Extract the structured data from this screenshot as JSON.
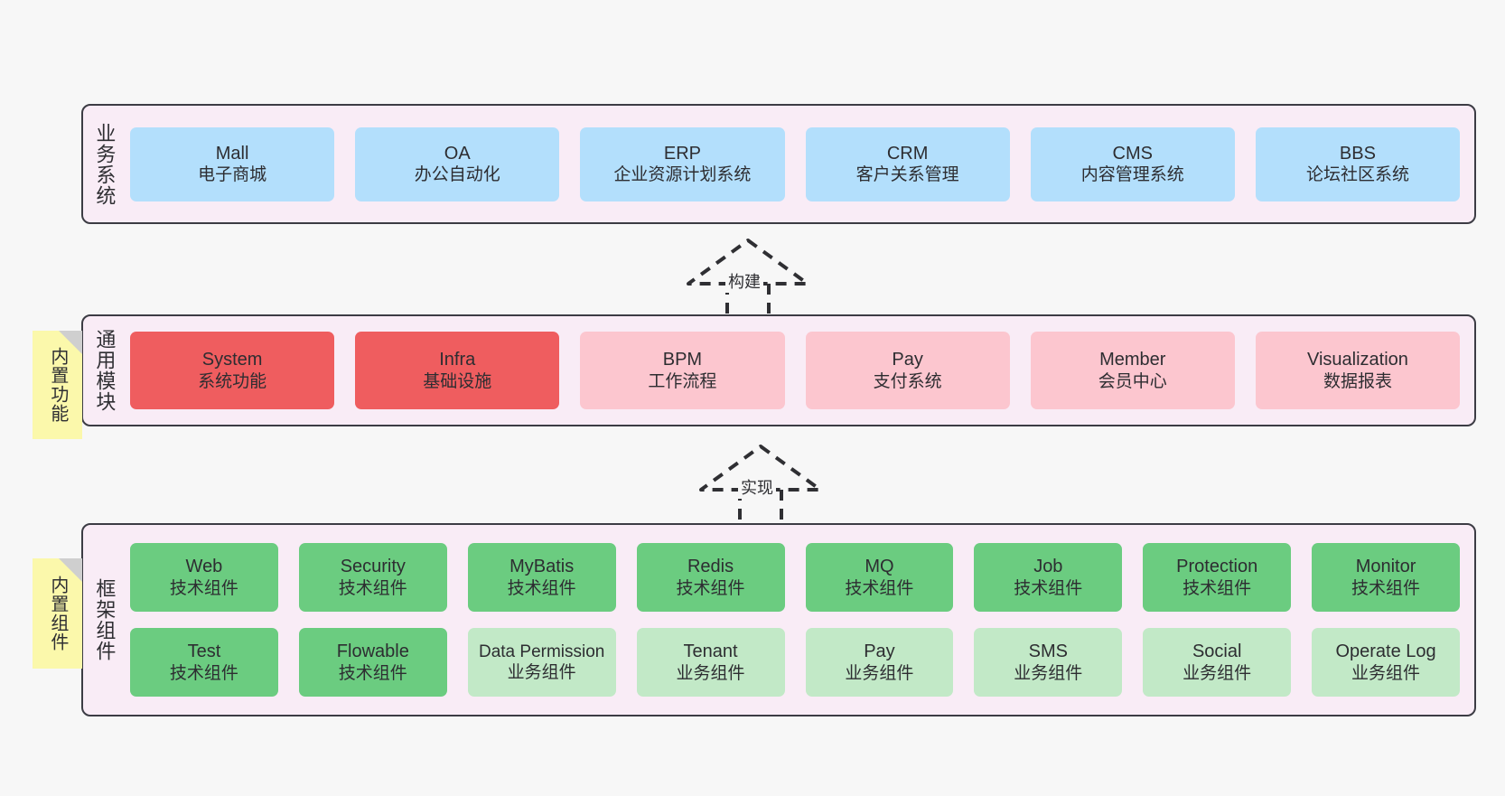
{
  "diagram": {
    "background": "#f7f7f7",
    "panel_fill": "#f9ecf6",
    "panel_border": "#3c3c44",
    "note_fill": "#fbf8ab",
    "colors": {
      "business": "#b3dffc",
      "core_module": "#ef5d5f",
      "module": "#fcc6cf",
      "tech_component": "#6bcc80",
      "biz_component": "#c2e9c7"
    }
  },
  "layers": {
    "business": {
      "title": "业务系统",
      "nodes": [
        {
          "en": "Mall",
          "cn": "电子商城"
        },
        {
          "en": "OA",
          "cn": "办公自动化"
        },
        {
          "en": "ERP",
          "cn": "企业资源计划系统"
        },
        {
          "en": "CRM",
          "cn": "客户关系管理"
        },
        {
          "en": "CMS",
          "cn": "内容管理系统"
        },
        {
          "en": "BBS",
          "cn": "论坛社区系统"
        }
      ]
    },
    "common": {
      "title": "通用模块",
      "note": "内置功能",
      "nodes": [
        {
          "en": "System",
          "cn": "系统功能",
          "style": "c-red"
        },
        {
          "en": "Infra",
          "cn": "基础设施",
          "style": "c-red"
        },
        {
          "en": "BPM",
          "cn": "工作流程",
          "style": "c-pink"
        },
        {
          "en": "Pay",
          "cn": "支付系统",
          "style": "c-pink"
        },
        {
          "en": "Member",
          "cn": "会员中心",
          "style": "c-pink"
        },
        {
          "en": "Visualization",
          "cn": "数据报表",
          "style": "c-pink"
        }
      ]
    },
    "framework": {
      "title": "框架组件",
      "note": "内置组件",
      "row1": [
        {
          "en": "Web",
          "cn": "技术组件",
          "style": "c-green"
        },
        {
          "en": "Security",
          "cn": "技术组件",
          "style": "c-green"
        },
        {
          "en": "MyBatis",
          "cn": "技术组件",
          "style": "c-green"
        },
        {
          "en": "Redis",
          "cn": "技术组件",
          "style": "c-green"
        },
        {
          "en": "MQ",
          "cn": "技术组件",
          "style": "c-green"
        },
        {
          "en": "Job",
          "cn": "技术组件",
          "style": "c-green"
        },
        {
          "en": "Protection",
          "cn": "技术组件",
          "style": "c-green"
        },
        {
          "en": "Monitor",
          "cn": "技术组件",
          "style": "c-green"
        }
      ],
      "row2": [
        {
          "en": "Test",
          "cn": "技术组件",
          "style": "c-green"
        },
        {
          "en": "Flowable",
          "cn": "技术组件",
          "style": "c-green"
        },
        {
          "en": "Data Permission",
          "cn": "业务组件",
          "style": "c-lightgreen"
        },
        {
          "en": "Tenant",
          "cn": "业务组件",
          "style": "c-lightgreen"
        },
        {
          "en": "Pay",
          "cn": "业务组件",
          "style": "c-lightgreen"
        },
        {
          "en": "SMS",
          "cn": "业务组件",
          "style": "c-lightgreen"
        },
        {
          "en": "Social",
          "cn": "业务组件",
          "style": "c-lightgreen"
        },
        {
          "en": "Operate Log",
          "cn": "业务组件",
          "style": "c-lightgreen"
        }
      ]
    }
  },
  "connectors": [
    {
      "label": "构建"
    },
    {
      "label": "实现"
    }
  ]
}
